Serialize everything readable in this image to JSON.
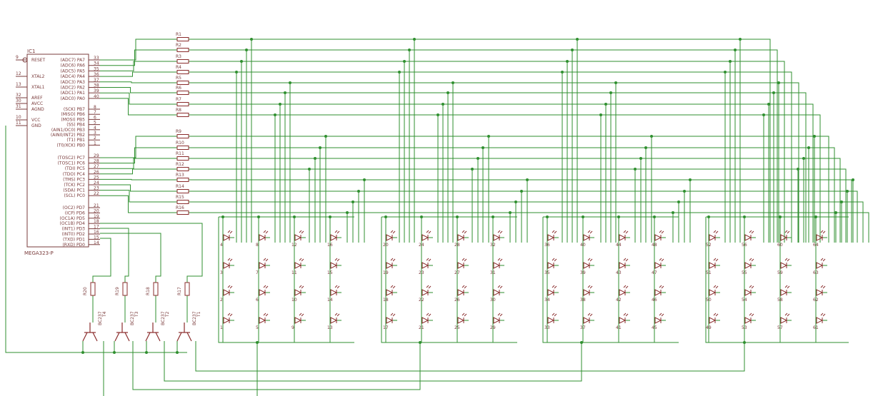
{
  "ic": {
    "name": "IC1",
    "part": "MEGA323-P",
    "left_pins": [
      {
        "num": "9",
        "label": "RESET"
      },
      {
        "num": "12",
        "label": "XTAL2"
      },
      {
        "num": "13",
        "label": "XTAL1"
      },
      {
        "num": "32",
        "label": "AREF"
      },
      {
        "num": "30",
        "label": "AVCC"
      },
      {
        "num": "31",
        "label": "AGND"
      },
      {
        "num": "10",
        "label": "VCC"
      },
      {
        "num": "11",
        "label": "GND"
      }
    ],
    "right_pins": [
      {
        "num": "33",
        "label": "(ADC7) PA7"
      },
      {
        "num": "34",
        "label": "(ADC6) PA6"
      },
      {
        "num": "35",
        "label": "(ADC5) PA5"
      },
      {
        "num": "36",
        "label": "(ADC4) PA4"
      },
      {
        "num": "37",
        "label": "(ADC3) PA3"
      },
      {
        "num": "38",
        "label": "(ADC2) PA2"
      },
      {
        "num": "39",
        "label": "(ADC1) PA1"
      },
      {
        "num": "40",
        "label": "(ADC0) PA0"
      },
      {
        "num": "8",
        "label": "(SCK) PB7"
      },
      {
        "num": "7",
        "label": "(MISO) PB6"
      },
      {
        "num": "6",
        "label": "(MOSI) PB5"
      },
      {
        "num": "5",
        "label": "(SS) PB4"
      },
      {
        "num": "4",
        "label": "(AIN1/OC0) PB3"
      },
      {
        "num": "3",
        "label": "(AIN0/INT2) PB2"
      },
      {
        "num": "2",
        "label": "(T1) PB1"
      },
      {
        "num": "1",
        "label": "(T0/XCK) PB0"
      },
      {
        "num": "29",
        "label": "(TOSC2) PC7"
      },
      {
        "num": "28",
        "label": "(TOSC1) PC6"
      },
      {
        "num": "27",
        "label": "(TDI) PC5"
      },
      {
        "num": "26",
        "label": "(TDO) PC4"
      },
      {
        "num": "25",
        "label": "(TMS) PC3"
      },
      {
        "num": "24",
        "label": "(TCK) PC2"
      },
      {
        "num": "23",
        "label": "(SDA) PC1"
      },
      {
        "num": "22",
        "label": "(SCL) PC0"
      },
      {
        "num": "21",
        "label": "(OC2) PD7"
      },
      {
        "num": "20",
        "label": "(ICP) PD6"
      },
      {
        "num": "19",
        "label": "(OC1A) PD5"
      },
      {
        "num": "18",
        "label": "(OC1B) PD4"
      },
      {
        "num": "17",
        "label": "(INT1) PD3"
      },
      {
        "num": "16",
        "label": "(INT0) PD2"
      },
      {
        "num": "15",
        "label": "(TXD) PD1"
      },
      {
        "num": "14",
        "label": "(RXD) PD0"
      }
    ]
  },
  "row_resistors": [
    "R1",
    "R2",
    "R3",
    "R4",
    "R5",
    "R6",
    "R7",
    "R8",
    "R9",
    "R10",
    "R11",
    "R12",
    "R13",
    "R14",
    "R15",
    "R16"
  ],
  "base_resistors": [
    "R20",
    "R19",
    "R18",
    "R17"
  ],
  "transistors": [
    {
      "type": "BC237",
      "name": "T4"
    },
    {
      "type": "BC237",
      "name": "T3"
    },
    {
      "type": "BC237",
      "name": "T2"
    },
    {
      "type": "BC237",
      "name": "T1"
    }
  ],
  "led_labels": [
    [
      "4",
      "8",
      "12",
      "16",
      "20",
      "24",
      "28",
      "32",
      "36",
      "40",
      "44",
      "48",
      "52",
      "56",
      "60",
      "64"
    ],
    [
      "3",
      "7",
      "11",
      "15",
      "19",
      "23",
      "27",
      "31",
      "35",
      "39",
      "43",
      "47",
      "51",
      "55",
      "59",
      "63"
    ],
    [
      "2",
      "6",
      "10",
      "14",
      "18",
      "22",
      "26",
      "30",
      "34",
      "38",
      "42",
      "46",
      "50",
      "54",
      "58",
      "62"
    ],
    [
      "1",
      "5",
      "9",
      "13",
      "17",
      "21",
      "25",
      "29",
      "33",
      "37",
      "41",
      "45",
      "49",
      "53",
      "57",
      "61"
    ]
  ],
  "colors": {
    "wire": "#2f8f2f",
    "part": "#8a2b2b",
    "background": "#ffffff"
  }
}
